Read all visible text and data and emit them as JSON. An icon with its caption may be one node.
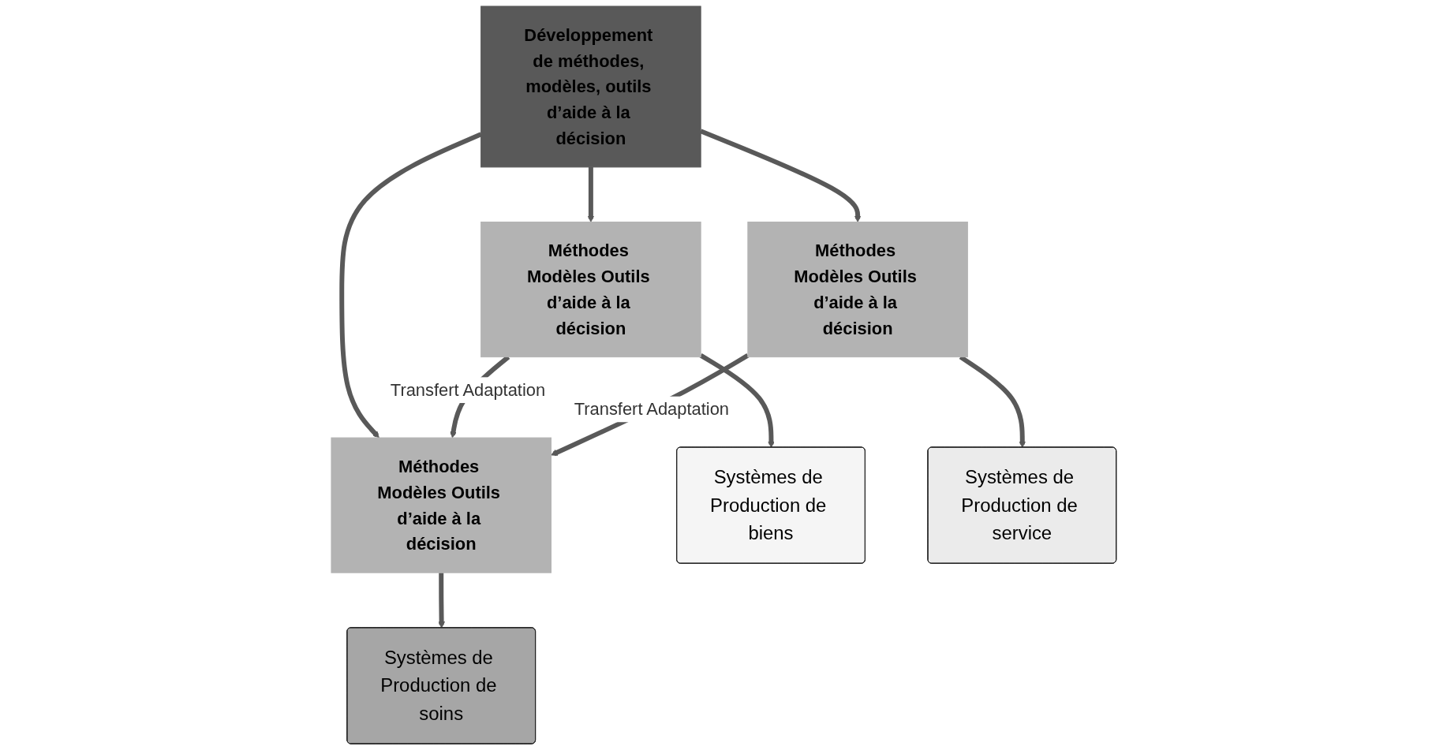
{
  "diagram": {
    "nodes": [
      {
        "text": [
          "Développement de méthodes, modèles, outils d’aide à la décision"
        ]
      },
      {
        "text": [
          "Méthodes Modèles Outils d’aide à la décision"
        ]
      },
      {
        "text": [
          "Méthodes Modèles Outils d’aide à la décision"
        ]
      },
      {
        "text": [
          "Méthodes Modèles Outils d’aide à la décision"
        ]
      },
      {
        "text": [
          "Systèmes de Production de biens"
        ]
      },
      {
        "text": [
          "Systèmes de Production de soins"
        ]
      },
      {
        "text": [
          "Systèmes de Production de service"
        ]
      }
    ],
    "edges": [
      {
        "from": 0,
        "to": 1,
        "arrow": "to"
      },
      {
        "from": 0,
        "to": 2,
        "arrow": "to"
      },
      {
        "from": 0,
        "to": 3,
        "arrow": "to"
      },
      {
        "from": 1,
        "to": 2,
        "arrow": "to",
        "label": "Transfert Adaptation"
      },
      {
        "from": 3,
        "to": 2,
        "arrow": "to",
        "label": "Transfert Adaptation"
      },
      {
        "from": 1,
        "to": 4,
        "arrow": "to"
      },
      {
        "from": 2,
        "to": 5,
        "arrow": "to"
      },
      {
        "from": 3,
        "to": 6,
        "arrow": "to"
      }
    ]
  }
}
